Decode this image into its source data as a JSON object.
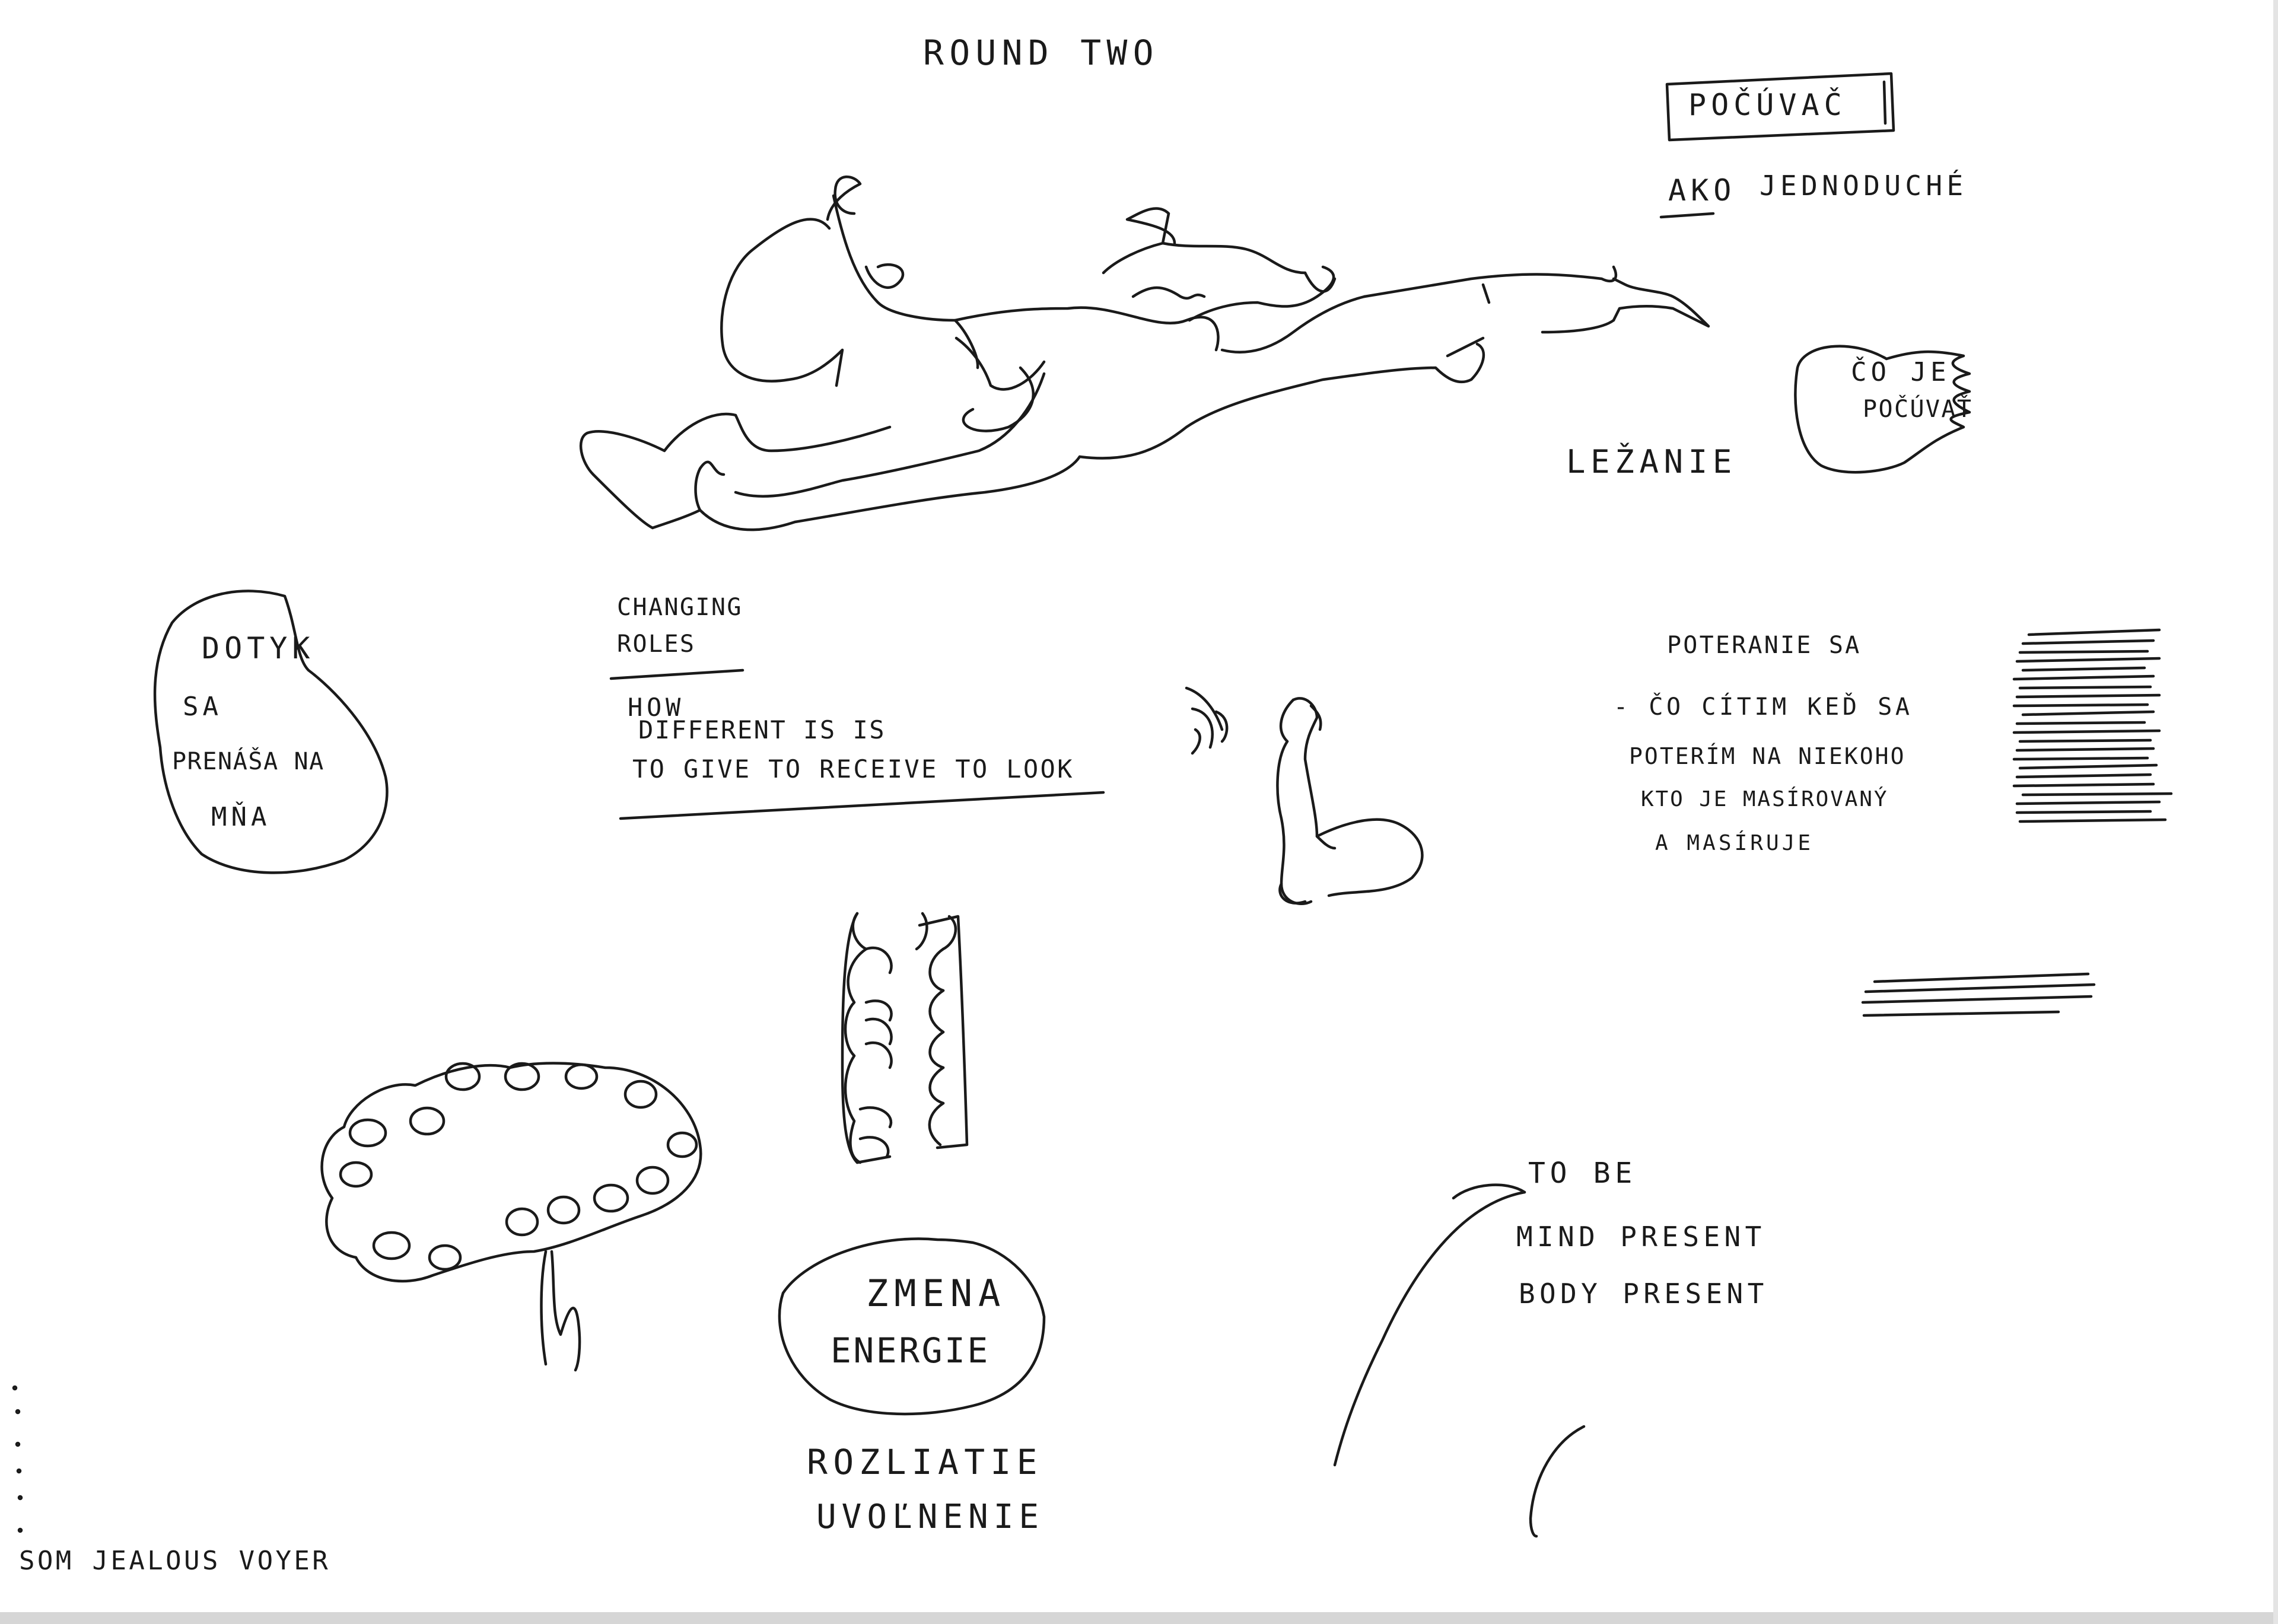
{
  "sheet": {
    "title": "ROUND TWO",
    "box_word": "POČÚVAČ",
    "ako": "AKO",
    "jednoduche": "JEDNODUCHÉ",
    "co_je": "ČO JE",
    "pocuvat": "POČÚVAŤ",
    "lezanie": "LEŽANIE",
    "changing": "CHANGING",
    "roles": "ROLES",
    "how": "HOW",
    "different": "DIFFERENT IS IS",
    "give_receive": "TO GIVE TO RECEIVE TO LOOK",
    "dotyk": "DOTYK",
    "sa": "SA",
    "prenasa": "PRENÁŠA NA",
    "mna": "MŇA",
    "poterenie": "POTERANIE SA",
    "citim": "- ČO CÍTIM KEĎ SA",
    "poterim": "POTERÍM NA NIEKOHO",
    "masirovany": "KTO JE MASÍROVANÝ",
    "masiruje": "A MASÍRUJE",
    "to_be": "TO BE",
    "mind_present": "MIND PRESENT",
    "body_present": "BODY PRESENT",
    "zmena": "ZMENA",
    "energie": "ENERGIE",
    "rozliatie": "ROZLIATIE",
    "uvolnenie": "UVOĽNENIE",
    "jealous": "SOM JEALOUS VOYER"
  },
  "icons": [
    "lying-figures-sketch",
    "speech-bubble",
    "tree-sketch",
    "teeth-sketch",
    "thumb-sketch",
    "hatching"
  ],
  "colors": {
    "paper": "#ffffff",
    "ink": "#1a1a1a",
    "edge": "#d6d6d6"
  }
}
